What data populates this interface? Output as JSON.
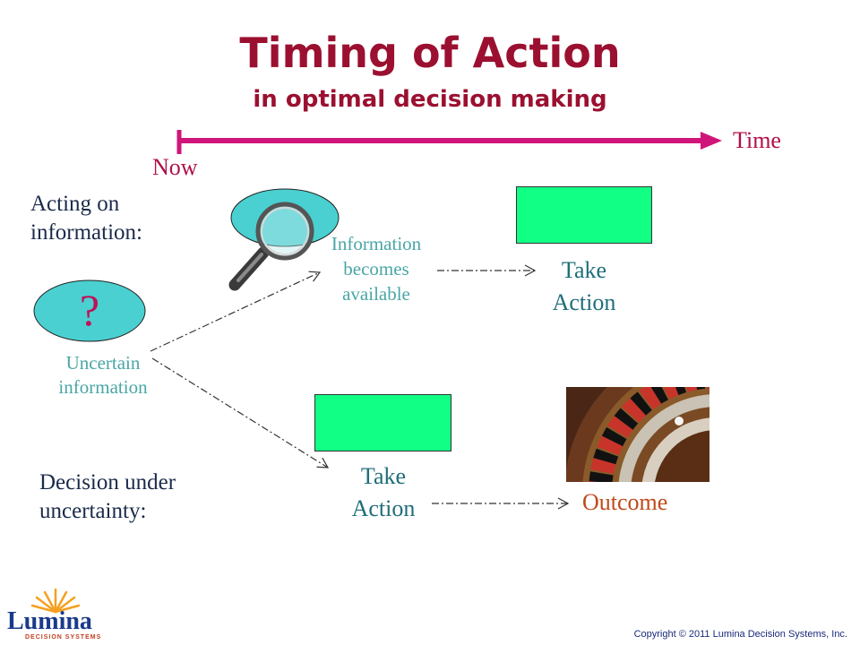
{
  "title": "Timing of Action",
  "subtitle": "in optimal decision making",
  "timeline": {
    "start_label": "Now",
    "end_label": "Time"
  },
  "rows": {
    "acting_label": "Acting on\ninformation:",
    "decision_label": "Decision under\nuncertainty:"
  },
  "nodes": {
    "uncertain_symbol": "?",
    "uncertain_label": "Uncertain\ninformation",
    "info_label": "Information\nbecomes\navailable",
    "take_action_top": "Take\nAction",
    "take_action_bottom": "Take\nAction",
    "outcome": "Outcome"
  },
  "footer": {
    "logo_text": "Lumina",
    "logo_tagline": "DECISION SYSTEMS",
    "copyright": "Copyright © 2011 Lumina Decision Systems, Inc."
  },
  "colors": {
    "title": "#9b1030",
    "timeline": "#d0157a",
    "node_fill": "#4ad0d0",
    "action_fill": "#12ff86",
    "uncertain_symbol": "#c0105a"
  }
}
